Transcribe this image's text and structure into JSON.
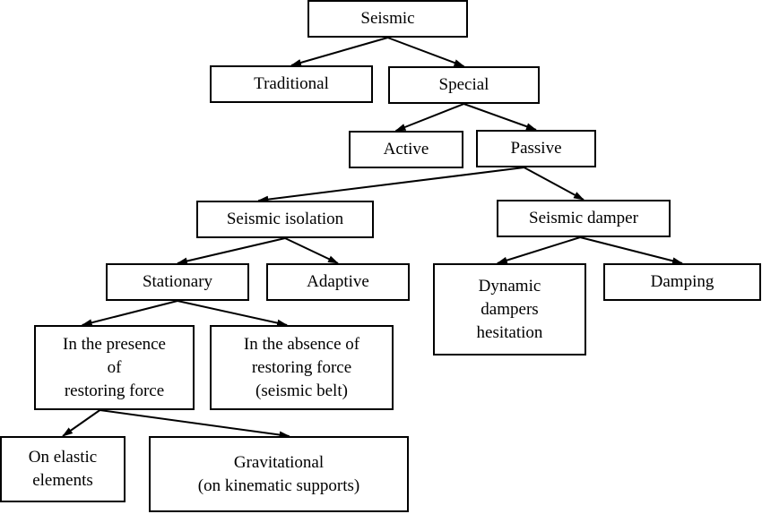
{
  "diagram": {
    "type": "tree",
    "nodes": {
      "seismic": {
        "label": "Seismic"
      },
      "traditional": {
        "label": "Traditional"
      },
      "special": {
        "label": "Special"
      },
      "active": {
        "label": "Active"
      },
      "passive": {
        "label": "Passive"
      },
      "seismic_isolation": {
        "label": "Seismic isolation"
      },
      "seismic_damper": {
        "label": "Seismic damper"
      },
      "stationary": {
        "label": "Stationary"
      },
      "adaptive": {
        "label": "Adaptive"
      },
      "dynamic_dampers": {
        "label": "Dynamic\ndampers\nhesitation"
      },
      "damping": {
        "label": "Damping"
      },
      "presence": {
        "label": "In the presence\nof\nrestoring force"
      },
      "absence": {
        "label": "In the absence of\nrestoring force\n(seismic belt)"
      },
      "elastic": {
        "label": "On elastic\nelements"
      },
      "gravitational": {
        "label": "Gravitational\n(on kinematic supports)"
      }
    },
    "edges": [
      {
        "from": "seismic",
        "to": "traditional"
      },
      {
        "from": "seismic",
        "to": "special"
      },
      {
        "from": "special",
        "to": "active"
      },
      {
        "from": "special",
        "to": "passive"
      },
      {
        "from": "passive",
        "to": "seismic_isolation"
      },
      {
        "from": "passive",
        "to": "seismic_damper"
      },
      {
        "from": "seismic_isolation",
        "to": "stationary"
      },
      {
        "from": "seismic_isolation",
        "to": "adaptive"
      },
      {
        "from": "seismic_damper",
        "to": "dynamic_dampers"
      },
      {
        "from": "seismic_damper",
        "to": "damping"
      },
      {
        "from": "stationary",
        "to": "presence"
      },
      {
        "from": "stationary",
        "to": "absence"
      },
      {
        "from": "presence",
        "to": "elastic"
      },
      {
        "from": "presence",
        "to": "gravitational"
      }
    ]
  }
}
